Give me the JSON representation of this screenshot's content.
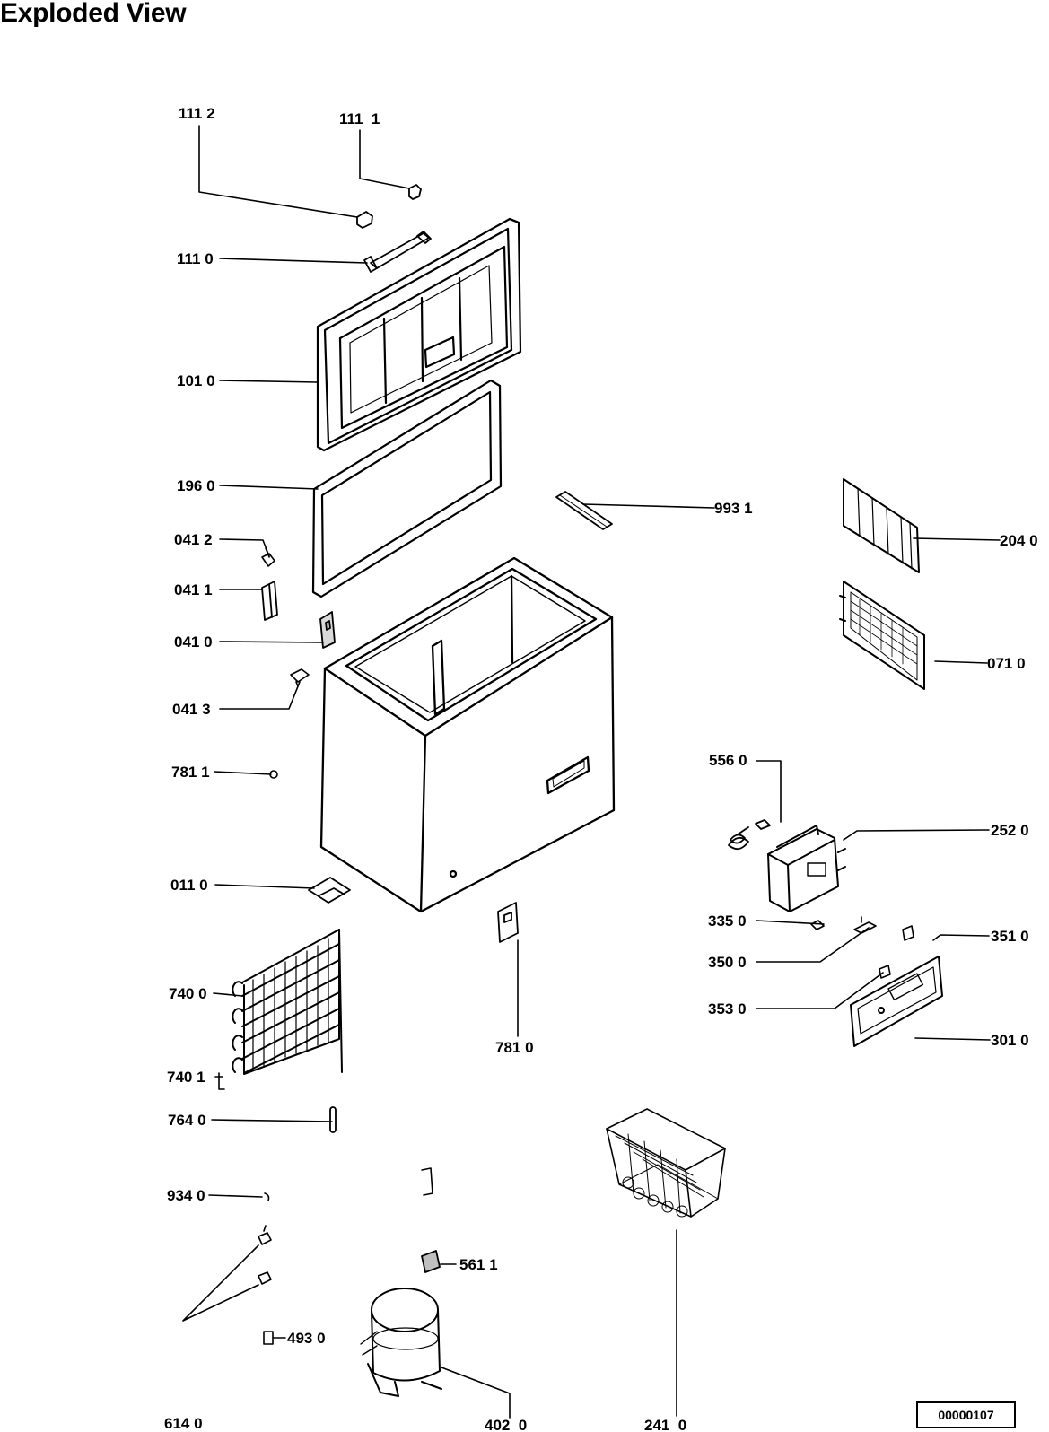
{
  "title": "Exploded View",
  "drawing_code": "00000107",
  "labels": {
    "p111_2": "111 2",
    "p111_1": "111  1",
    "p111_0": "111 0",
    "p101_0": "101 0",
    "p196_0": "196 0",
    "p041_2": "041 2",
    "p041_1": "041 1",
    "p041_0": "041 0",
    "p041_3": "041 3",
    "p781_1": "781 1",
    "p011_0": "011 0",
    "p740_0": "740 0",
    "p740_1": "740 1",
    "p764_0": "764 0",
    "p934_0": "934 0",
    "p614_0": "614 0",
    "p493_0": "493 0",
    "p561_1": "561 1",
    "p402_0": "402  0",
    "p241_0": "241  0",
    "p781_0": "781 0",
    "p993_1": "993 1",
    "p204_0": "204 0",
    "p071_0": "071 0",
    "p556_0": "556 0",
    "p252_0": "252 0",
    "p335_0": "335 0",
    "p350_0": "350 0",
    "p351_0": "351 0",
    "p353_0": "353 0",
    "p301_0": "301 0"
  }
}
